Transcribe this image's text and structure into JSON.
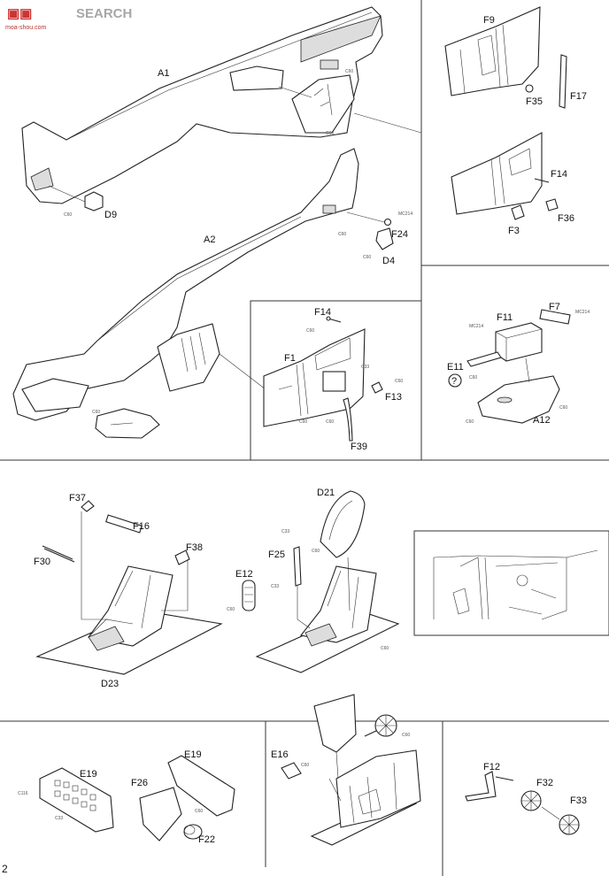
{
  "watermark": {
    "brand": "SEARCH",
    "site": "moa-shou.com"
  },
  "page_number": "2",
  "parts": {
    "A1": "A1",
    "A2": "A2",
    "D9": "D9",
    "D4": "D4",
    "F24": "F24",
    "F9": "F9",
    "F35": "F35",
    "F17": "F17",
    "F14a": "F14",
    "F3": "F3",
    "F36": "F36",
    "F14b": "F14",
    "F1": "F1",
    "F13": "F13",
    "F39": "F39",
    "F11": "F11",
    "F7": "F7",
    "E11": "E11",
    "A12": "A12",
    "F37": "F37",
    "F16": "F16",
    "F38": "F38",
    "F30": "F30",
    "D23": "D23",
    "D21": "D21",
    "F25": "F25",
    "E12": "E12",
    "E19a": "E19",
    "E19b": "E19",
    "F26": "F26",
    "F22": "F22",
    "E16": "E16",
    "F12": "F12",
    "F32": "F32",
    "F33": "F33"
  },
  "help_symbol": "?",
  "colors": {
    "c60": "C60",
    "c33": "C33",
    "c116": "C116",
    "mc214": "MC214"
  }
}
